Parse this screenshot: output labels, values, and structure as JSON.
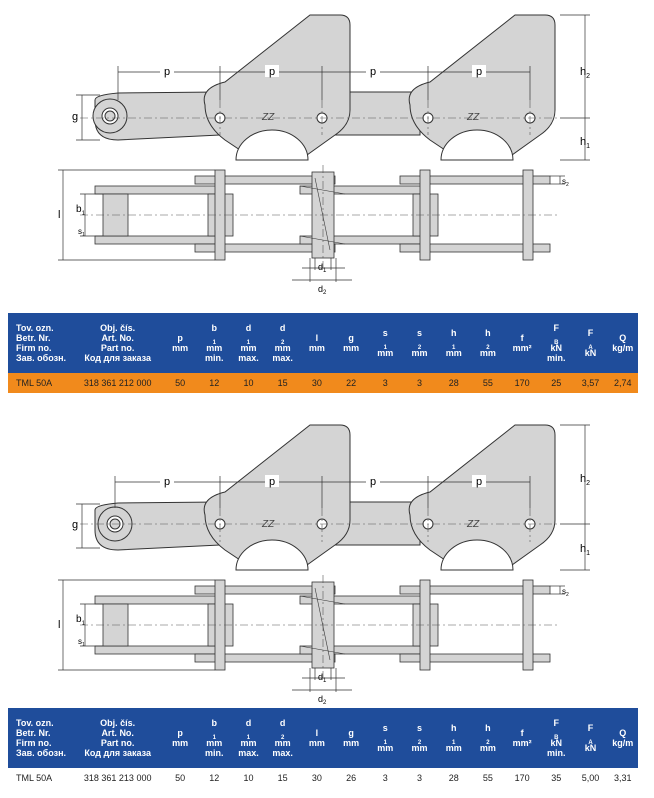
{
  "dims": {
    "p": "p",
    "g": "g",
    "h1": "h",
    "h1s": "1",
    "h2": "h",
    "h2s": "2",
    "l": "l",
    "b1": "b",
    "b1s": "1",
    "s1": "s",
    "s1s": "1",
    "s2": "s",
    "s2s": "2",
    "d1": "d",
    "d1s": "1",
    "d2": "d",
    "d2s": "2",
    "mark": "ZZ"
  },
  "table_header": {
    "col1": [
      "Tov. ozn.",
      "Betr. Nr.",
      "Firm no.",
      "Зав. обозн."
    ],
    "col2": [
      "Obj. čís.",
      "Art. No.",
      "Part no.",
      "Код для заказа"
    ],
    "p": [
      "p",
      "mm"
    ],
    "b1": {
      "sym": "b",
      "sub": "1",
      "lines": [
        "mm",
        "min."
      ]
    },
    "d1": {
      "sym": "d",
      "sub": "1",
      "lines": [
        "mm",
        "max."
      ]
    },
    "d2": {
      "sym": "d",
      "sub": "2",
      "lines": [
        "mm",
        "max."
      ]
    },
    "l": [
      "l",
      "mm"
    ],
    "g": [
      "g",
      "mm"
    ],
    "s1": {
      "sym": "s",
      "sub": "1",
      "lines": [
        "mm"
      ]
    },
    "s2": {
      "sym": "s",
      "sub": "2",
      "lines": [
        "mm"
      ]
    },
    "h1": {
      "sym": "h",
      "sub": "1",
      "lines": [
        "mm"
      ]
    },
    "h2": {
      "sym": "h",
      "sub": "2",
      "lines": [
        "mm"
      ]
    },
    "f": [
      "f",
      "mm²"
    ],
    "FB": {
      "sym": "F",
      "sub": "B",
      "lines": [
        "kN",
        "min."
      ]
    },
    "FA": {
      "sym": "F",
      "sub": "A",
      "lines": [
        "kN"
      ]
    },
    "Q": [
      "Q",
      "kg/m"
    ]
  },
  "rows": [
    {
      "type": "TML 50A",
      "art": "318 361 212 000",
      "p": "50",
      "b1": "12",
      "d1": "10",
      "d2": "15",
      "l": "30",
      "g": "22",
      "s1": "3",
      "s2": "3",
      "h1": "28",
      "h2": "55",
      "f": "170",
      "FB": "25",
      "FA": "3,57",
      "Q": "2,74"
    },
    {
      "type": "TML 50A",
      "art": "318 361 213 000",
      "p": "50",
      "b1": "12",
      "d1": "10",
      "d2": "15",
      "l": "30",
      "g": "26",
      "s1": "3",
      "s2": "3",
      "h1": "28",
      "h2": "55",
      "f": "170",
      "FB": "35",
      "FA": "5,00",
      "Q": "3,31"
    }
  ],
  "colors": {
    "header_bg": "#1f4d9b",
    "highlight_row": "#f18a1c",
    "part_fill": "#d4d4d4"
  }
}
